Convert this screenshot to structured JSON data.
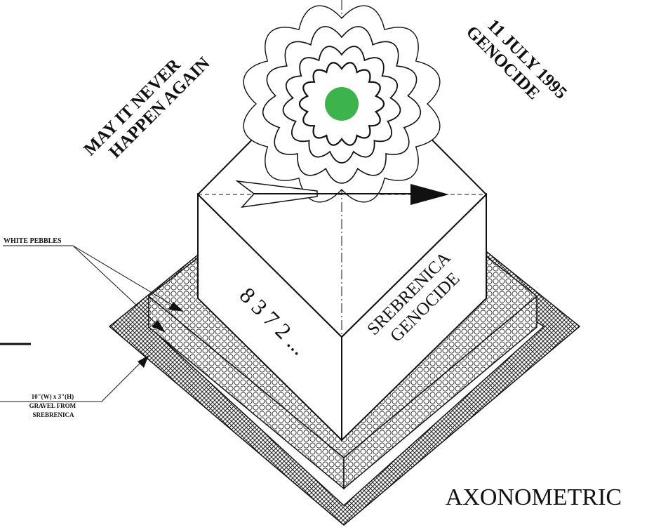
{
  "headline_left": [
    "MAY IT NEVER",
    "HAPPEN AGAIN"
  ],
  "headline_right": [
    "11 JULY 1995",
    "GENOCIDE"
  ],
  "face_left_text": "8 3 7 2 ...",
  "face_right_text": [
    "SREBRENICA",
    "GENOCIDE"
  ],
  "annotations": {
    "white_pebbles": "WHITE PEBBLES",
    "gravel": [
      "10\"(W) x 3\"(H)",
      "GRAVEL FROM",
      "SREBRENICA"
    ]
  },
  "view_title": "AXONOMETRIC",
  "colors": {
    "ink": "#111111",
    "flower_center": "#3cb44b",
    "pebble_fill": "#ffffff"
  }
}
